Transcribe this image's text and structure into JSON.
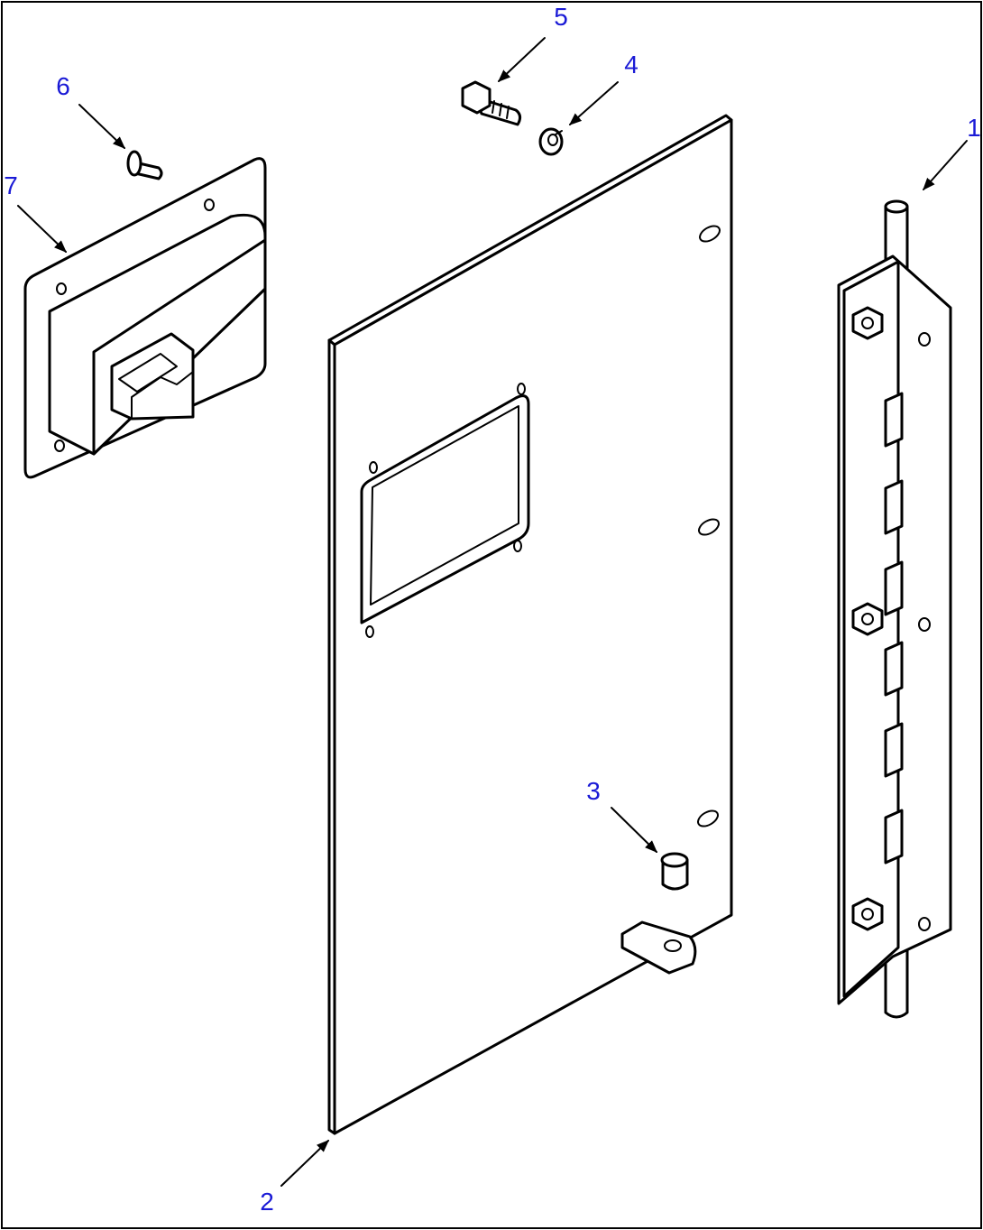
{
  "diagram": {
    "callouts": [
      {
        "id": "1",
        "label": "1"
      },
      {
        "id": "2",
        "label": "2"
      },
      {
        "id": "3",
        "label": "3"
      },
      {
        "id": "4",
        "label": "4"
      },
      {
        "id": "5",
        "label": "5"
      },
      {
        "id": "6",
        "label": "6"
      },
      {
        "id": "7",
        "label": "7"
      }
    ],
    "colors": {
      "callout": "#1a1ad6",
      "line": "#000000",
      "background": "#ffffff"
    }
  }
}
